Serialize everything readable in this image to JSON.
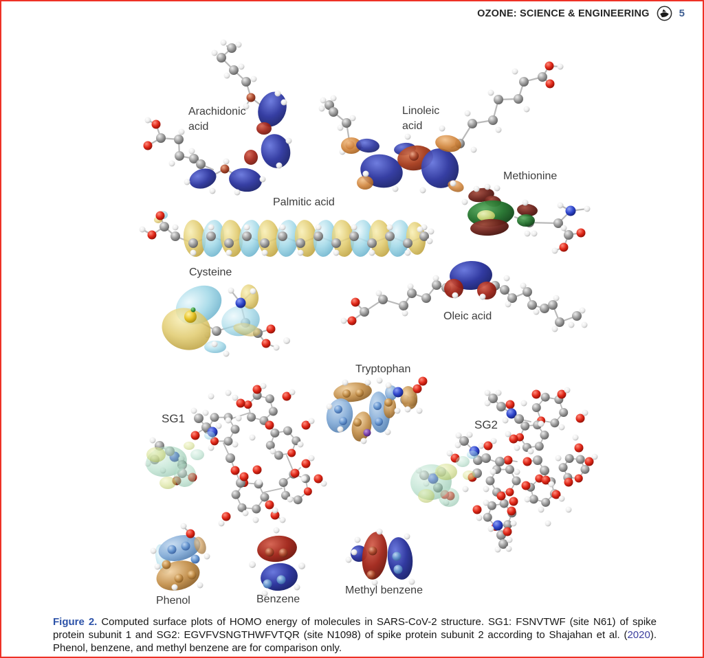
{
  "header": {
    "journal": "OZONE: SCIENCE &amp; ENGINEERING",
    "journal_plain": "OZONE: SCIENCE & ENGINEERING",
    "page_number": "5"
  },
  "molecules": {
    "arachidonic": {
      "label_line1": "Arachidonic",
      "label_line2": "acid"
    },
    "linoleic": {
      "label_line1": "Linoleic",
      "label_line2": "acid"
    },
    "methionine": {
      "label": "Methionine"
    },
    "palmitic": {
      "label": "Palmitic acid"
    },
    "cysteine": {
      "label": "Cysteine"
    },
    "oleic": {
      "label": "Oleic acid"
    },
    "tryptophan": {
      "label": "Tryptophan"
    },
    "sg1": {
      "label": "SG1"
    },
    "sg2": {
      "label": "SG2"
    },
    "phenol": {
      "label": "Phenol"
    },
    "benzene": {
      "label": "Benzene"
    },
    "methyl_benzene": {
      "label": "Methyl benzene"
    }
  },
  "caption": {
    "figure_label": "Figure 2.",
    "body_part1": " Computed surface plots of HOMO energy of molecules in SARS-CoV-2 structure. SG1: FSNVTWF (site N61) of spike protein subunit 1 and SG2: EGVFVSNGTHWFVTQR (site N1098) of spike protein subunit 2 according to Shajahan et al. (",
    "link_year": "2020",
    "body_part2": "). Phenol, benzene, and methyl benzene are for comparison only."
  },
  "colors": {
    "page_border": "#ee3126",
    "figure_label_blue": "#2c52a8",
    "link_blue": "#3b3e9e",
    "orbital_navy": "#27309c",
    "orbital_red": "#a02418",
    "orbital_orange": "#cf8136",
    "orbital_cyan": "#9cd6e6",
    "orbital_yellow": "#dfc867",
    "orbital_green": "#20702a",
    "orbital_teal": "#a0d6bc"
  }
}
